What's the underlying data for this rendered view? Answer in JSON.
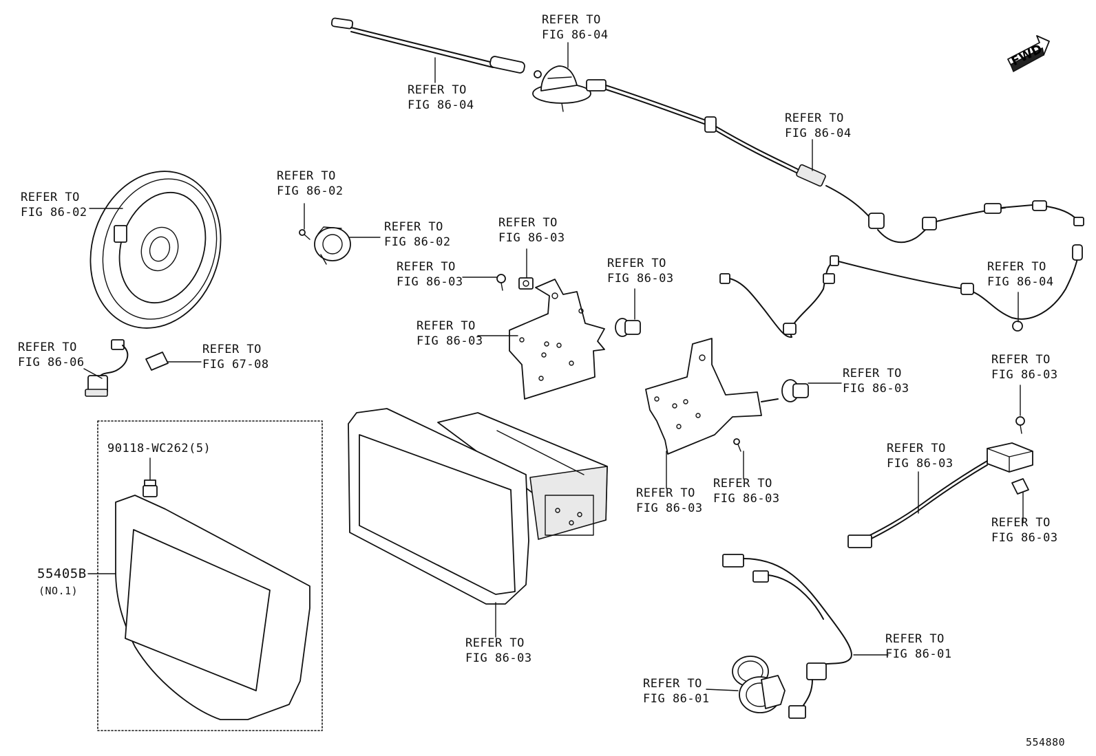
{
  "callouts": {
    "antenna_rod": [
      "REFER TO",
      "FIG 86-04"
    ],
    "antenna_base": [
      "REFER TO",
      "FIG 86-04"
    ],
    "antenna_cable": [
      "REFER TO",
      "FIG 86-04"
    ],
    "speaker": [
      "REFER TO",
      "FIG 86-02"
    ],
    "tweeter_screw": [
      "REFER TO",
      "FIG 86-02"
    ],
    "tweeter": [
      "REFER TO",
      "FIG 86-02"
    ],
    "bracket_nut": [
      "REFER TO",
      "FIG 86-03"
    ],
    "bracket_screw": [
      "REFER TO",
      "FIG 86-03"
    ],
    "grommet_left": [
      "REFER TO",
      "FIG 86-03"
    ],
    "bracket_left": [
      "REFER TO",
      "FIG 86-03"
    ],
    "gps_cable": [
      "REFER TO",
      "FIG 86-04"
    ],
    "socket_wire": [
      "REFER TO",
      "FIG 86-06"
    ],
    "switch_cover": [
      "REFER TO",
      "FIG 67-08"
    ],
    "grommet_right": [
      "REFER TO",
      "FIG 86-03"
    ],
    "amp_screw": [
      "REFER TO",
      "FIG 86-03"
    ],
    "amp_cable": [
      "REFER TO",
      "FIG 86-03"
    ],
    "bracket_right": [
      "REFER TO",
      "FIG 86-03"
    ],
    "bracket_right_screw": [
      "REFER TO",
      "FIG 86-03"
    ],
    "amp_clip": [
      "REFER TO",
      "FIG 86-03"
    ],
    "radio_unit": [
      "REFER TO",
      "FIG 86-03"
    ],
    "usb_harness": [
      "REFER TO",
      "FIG 86-01"
    ],
    "usb_socket": [
      "REFER TO",
      "FIG 86-01"
    ]
  },
  "parts": {
    "clip_number": "90118-WC262(5)",
    "panel_number": "55405B",
    "panel_note": "(NO.1)"
  },
  "fwd_label": "FWD",
  "illustration_number": "554880"
}
